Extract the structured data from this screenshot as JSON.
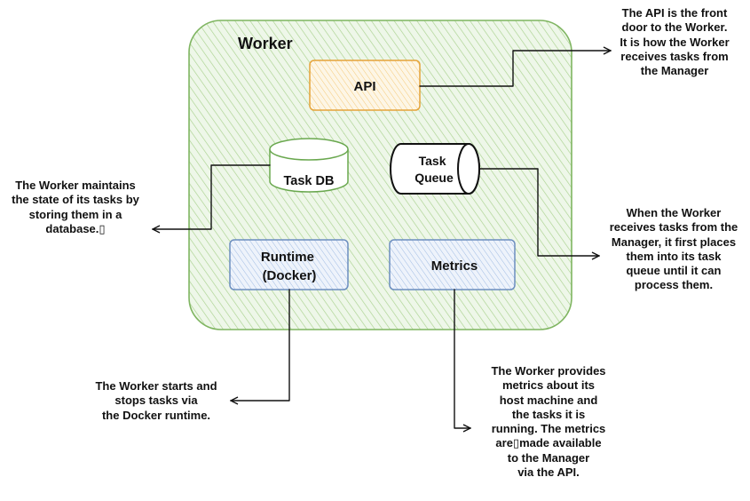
{
  "worker": {
    "title": "Worker",
    "fill_color": "#d9ecd0",
    "stroke_color": "#7fb561"
  },
  "components": {
    "api": {
      "label": "API",
      "stroke_color": "#e5a43a",
      "fill_color": "#fcefd2"
    },
    "task_db": {
      "label": "Task DB",
      "stroke_color": "#6aa84f"
    },
    "task_queue": {
      "lines": [
        "Task",
        "Queue"
      ],
      "stroke_color": "#111111"
    },
    "runtime": {
      "lines": [
        "Runtime",
        "(Docker)"
      ],
      "stroke_color": "#6c8ebf",
      "fill_color": "#dae8fc"
    },
    "metrics": {
      "label": "Metrics",
      "stroke_color": "#6c8ebf",
      "fill_color": "#dae8fc"
    }
  },
  "notes": {
    "api": [
      "The API is the front",
      "door to the Worker.",
      "It is how the Worker",
      "receives tasks from",
      "the Manager"
    ],
    "task_db": [
      "The Worker maintains",
      "the state of its tasks by",
      "storing them in a",
      "database.▯"
    ],
    "task_queue": [
      "When the Worker",
      "receives tasks from the",
      "Manager, it first places",
      "them into its task",
      "queue until it can",
      "process them."
    ],
    "runtime": [
      "The Worker starts and",
      "stops tasks via",
      "the Docker runtime."
    ],
    "metrics": [
      "The Worker provides",
      "metrics about its",
      "host machine and",
      "the tasks it is",
      "running. The metrics",
      "are▯made available",
      "to the Manager",
      "via the API."
    ]
  }
}
